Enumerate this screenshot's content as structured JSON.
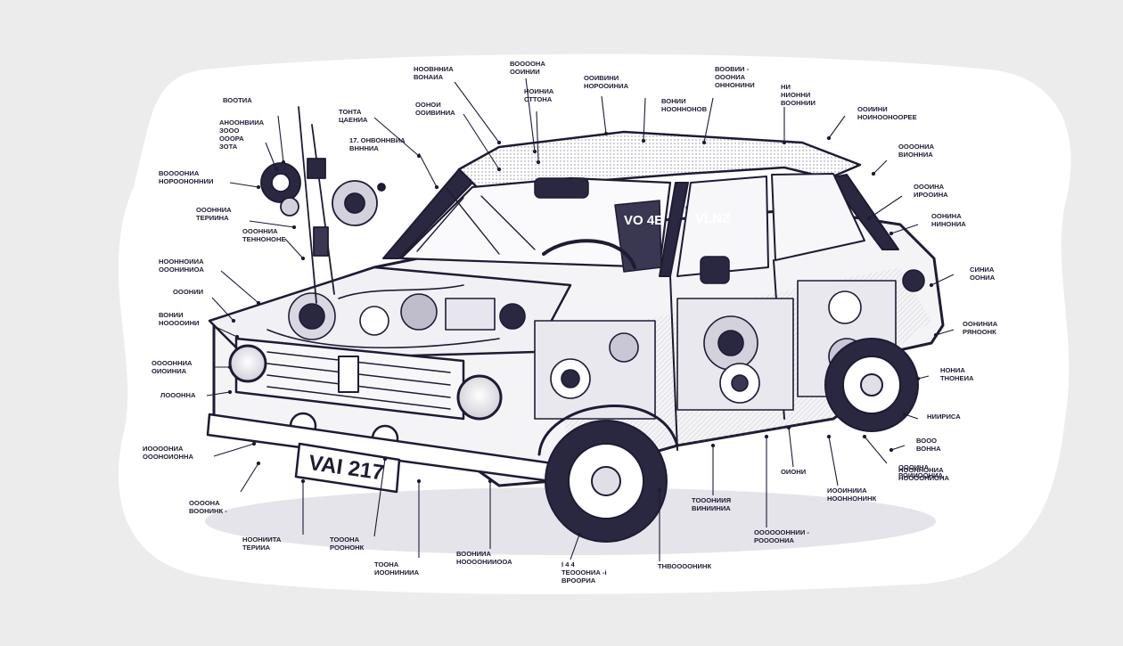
{
  "plate": "VAI 217",
  "window_marks": {
    "left": "VO 4E",
    "right": "VLNZ"
  },
  "labels": [
    {
      "id": "l01",
      "lines": [
        "НООВННИА",
        "ВОНАИА"
      ]
    },
    {
      "id": "l02",
      "lines": [
        "ВООООНА",
        "ООИНИИ"
      ]
    },
    {
      "id": "l03",
      "lines": [
        "ООИВИНИ",
        "НОРООИНИА"
      ]
    },
    {
      "id": "l04",
      "lines": [
        "ВООВИИ -",
        "ОООНИА",
        "ОННОНИНИ"
      ]
    },
    {
      "id": "l05",
      "lines": [
        "НИ",
        "НИОННИ",
        "ВООННИИ"
      ]
    },
    {
      "id": "l06",
      "lines": [
        "НОИНИА",
        "СТТОНА"
      ]
    },
    {
      "id": "l07",
      "lines": [
        "ООНОИ",
        "ООИВИНИА"
      ]
    },
    {
      "id": "l08",
      "lines": [
        "ТОНТА",
        "ЦАЕНИА"
      ]
    },
    {
      "id": "l09",
      "lines": [
        "ВООТИА"
      ]
    },
    {
      "id": "l10",
      "lines": [
        "АНООНВИИА",
        "ЗООО",
        "ОООРА",
        "ЗОТА"
      ]
    },
    {
      "id": "l11",
      "lines": [
        "17. ОНВОННВИА",
        "ВНННИА"
      ]
    },
    {
      "id": "l12",
      "lines": [
        "ВОНИИ",
        "НООННОНОВ"
      ]
    },
    {
      "id": "l13",
      "lines": [
        "ООИИНИ",
        "НОИНООНООРЕЕ"
      ]
    },
    {
      "id": "l14",
      "lines": [
        "ООООНИА",
        "ВИОННИА"
      ]
    },
    {
      "id": "l15",
      "lines": [
        "ВООООНИА",
        "НОРООНОННИИ"
      ]
    },
    {
      "id": "l16",
      "lines": [
        "ОООННИА",
        "ТЕРИИНА"
      ]
    },
    {
      "id": "l17",
      "lines": [
        "ОООННИА",
        "ТЕННОНОНЕ"
      ]
    },
    {
      "id": "l18",
      "lines": [
        "ОООИНА",
        "ИРООИНА"
      ]
    },
    {
      "id": "l19",
      "lines": [
        "ООНИНА",
        "НИНОНИА"
      ]
    },
    {
      "id": "l20",
      "lines": [
        "НООННОИИА",
        "ОООНИНИОА"
      ]
    },
    {
      "id": "l21",
      "lines": [
        "ОООНИИ"
      ]
    },
    {
      "id": "l22",
      "lines": [
        "ВОНИИ",
        "НООООИНИ"
      ]
    },
    {
      "id": "l23",
      "lines": [
        "СИНИА",
        "ООНИА"
      ]
    },
    {
      "id": "l24",
      "lines": [
        "ООНИНИА",
        "РЯНООНК"
      ]
    },
    {
      "id": "l25",
      "lines": [
        "ООООННИА",
        "ОИОИНИА"
      ]
    },
    {
      "id": "l26",
      "lines": [
        "ЛОООННА"
      ]
    },
    {
      "id": "l27",
      "lines": [
        "НОНИА",
        "ТНОНЕИА"
      ]
    },
    {
      "id": "l28",
      "lines": [
        "НИИРИСА"
      ]
    },
    {
      "id": "l29",
      "lines": [
        "ВООО",
        "ВОННА"
      ]
    },
    {
      "id": "l30",
      "lines": [
        "ОООИНА",
        "РОИИООНИА"
      ]
    },
    {
      "id": "l31",
      "lines": [
        "ИООООНИА",
        "ОООНОИОННА"
      ]
    },
    {
      "id": "l32",
      "lines": [
        "ООООНА",
        "ВООНИНК -"
      ]
    },
    {
      "id": "l33",
      "lines": [
        "НООНИИТА",
        "ТЕРИИА"
      ]
    },
    {
      "id": "l34",
      "lines": [
        "ТОООНА",
        "РООНОНК"
      ]
    },
    {
      "id": "l35",
      "lines": [
        "ТООНА",
        "ИООНИНИИА"
      ]
    },
    {
      "id": "l36",
      "lines": [
        "ВООНИИА",
        "НООООНИИООА"
      ]
    },
    {
      "id": "l37",
      "lines": [
        "І 4 4",
        "ТЕОООНИА -і",
        "ВРООРИА"
      ]
    },
    {
      "id": "l38",
      "lines": [
        "ТНВООООНИНК"
      ]
    },
    {
      "id": "l39",
      "lines": [
        "ООООООННИИ -",
        "РООООНИА"
      ]
    },
    {
      "id": "l40",
      "lines": [
        "ОИОНИ"
      ]
    },
    {
      "id": "l41",
      "lines": [
        "ИООИНИИА",
        "НООННОНИНК"
      ]
    },
    {
      "id": "l42",
      "lines": [
        "НООННОНИА",
        "НООООНИОНА"
      ]
    },
    {
      "id": "l43",
      "lines": [
        "ТОООНИИЯ",
        "ВИНИИНИА"
      ]
    }
  ]
}
